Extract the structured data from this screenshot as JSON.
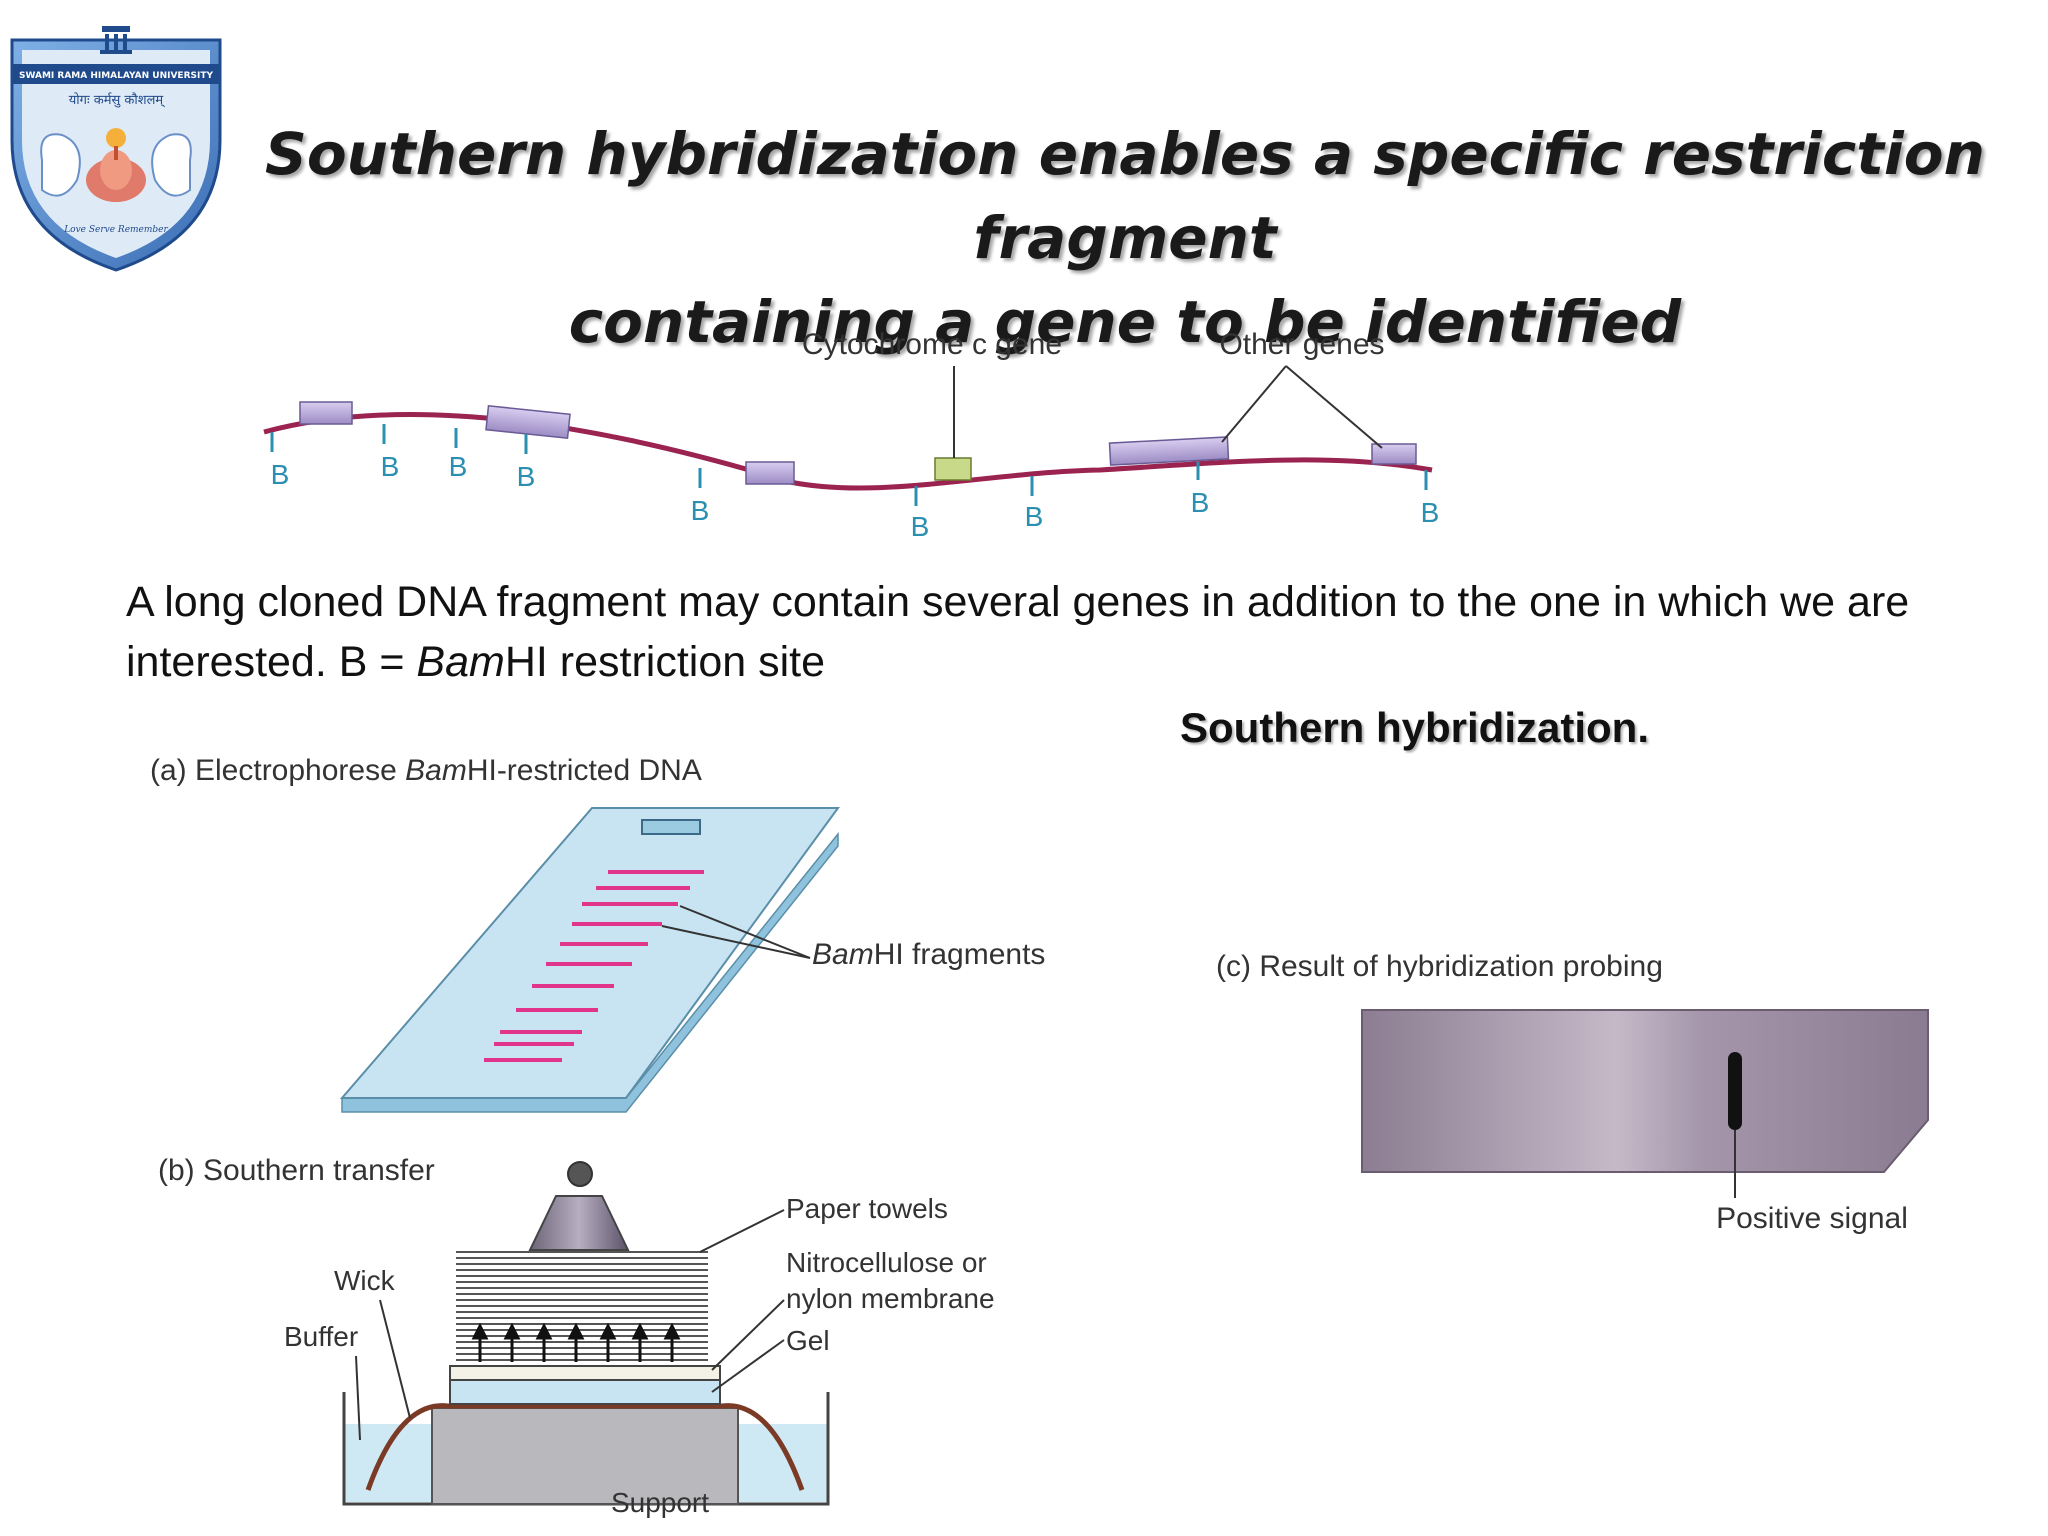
{
  "logo": {
    "university": "SWAMI RAMA HIMALAYAN UNIVERSITY",
    "motto": "योगः कर्मसु कौशलम्",
    "tagline": "Love Serve Remember",
    "colors": {
      "shield": "#5a8fd0",
      "banner": "#1f4a8c",
      "lotus": "#e07a6a",
      "swan": "#ffffff"
    }
  },
  "title": {
    "line1": "Southern hybridization enables a specific restriction fragment",
    "line2": "containing a gene to be identified"
  },
  "dna_map": {
    "gene_labels": {
      "cytochrome": "Cytochrome c gene",
      "other": "Other genes"
    },
    "site_label": "B",
    "colors": {
      "strand": "#9a2350",
      "gene_box": "#b7a9d6",
      "target_gene": "#c9d98a",
      "site": "#2a8fb0"
    }
  },
  "caption": {
    "text_a": "A long cloned DNA fragment may contain several genes in addition to the one in which we are interested. B = ",
    "italic": "Bam",
    "text_b": "HI  restriction site"
  },
  "subhead": "Southern hybridization.",
  "panel_a": {
    "label_prefix": "(a) Electrophorese ",
    "label_italic": "Bam",
    "label_suffix": "HI-restricted DNA",
    "callout_italic": "Bam",
    "callout_suffix": "HI fragments",
    "colors": {
      "gel": "#c8e3f1",
      "band": "#e0358a"
    }
  },
  "panel_b": {
    "label": "(b) Southern transfer",
    "labels": {
      "paper_towels": "Paper towels",
      "membrane_1": "Nitrocellulose or",
      "membrane_2": "nylon membrane",
      "gel": "Gel",
      "wick": "Wick",
      "buffer": "Buffer",
      "support": "Support"
    }
  },
  "panel_c": {
    "label": "(c) Result of hybridization probing",
    "signal_label": "Positive signal",
    "colors": {
      "film": "#a89aae",
      "signal": "#111111"
    }
  }
}
